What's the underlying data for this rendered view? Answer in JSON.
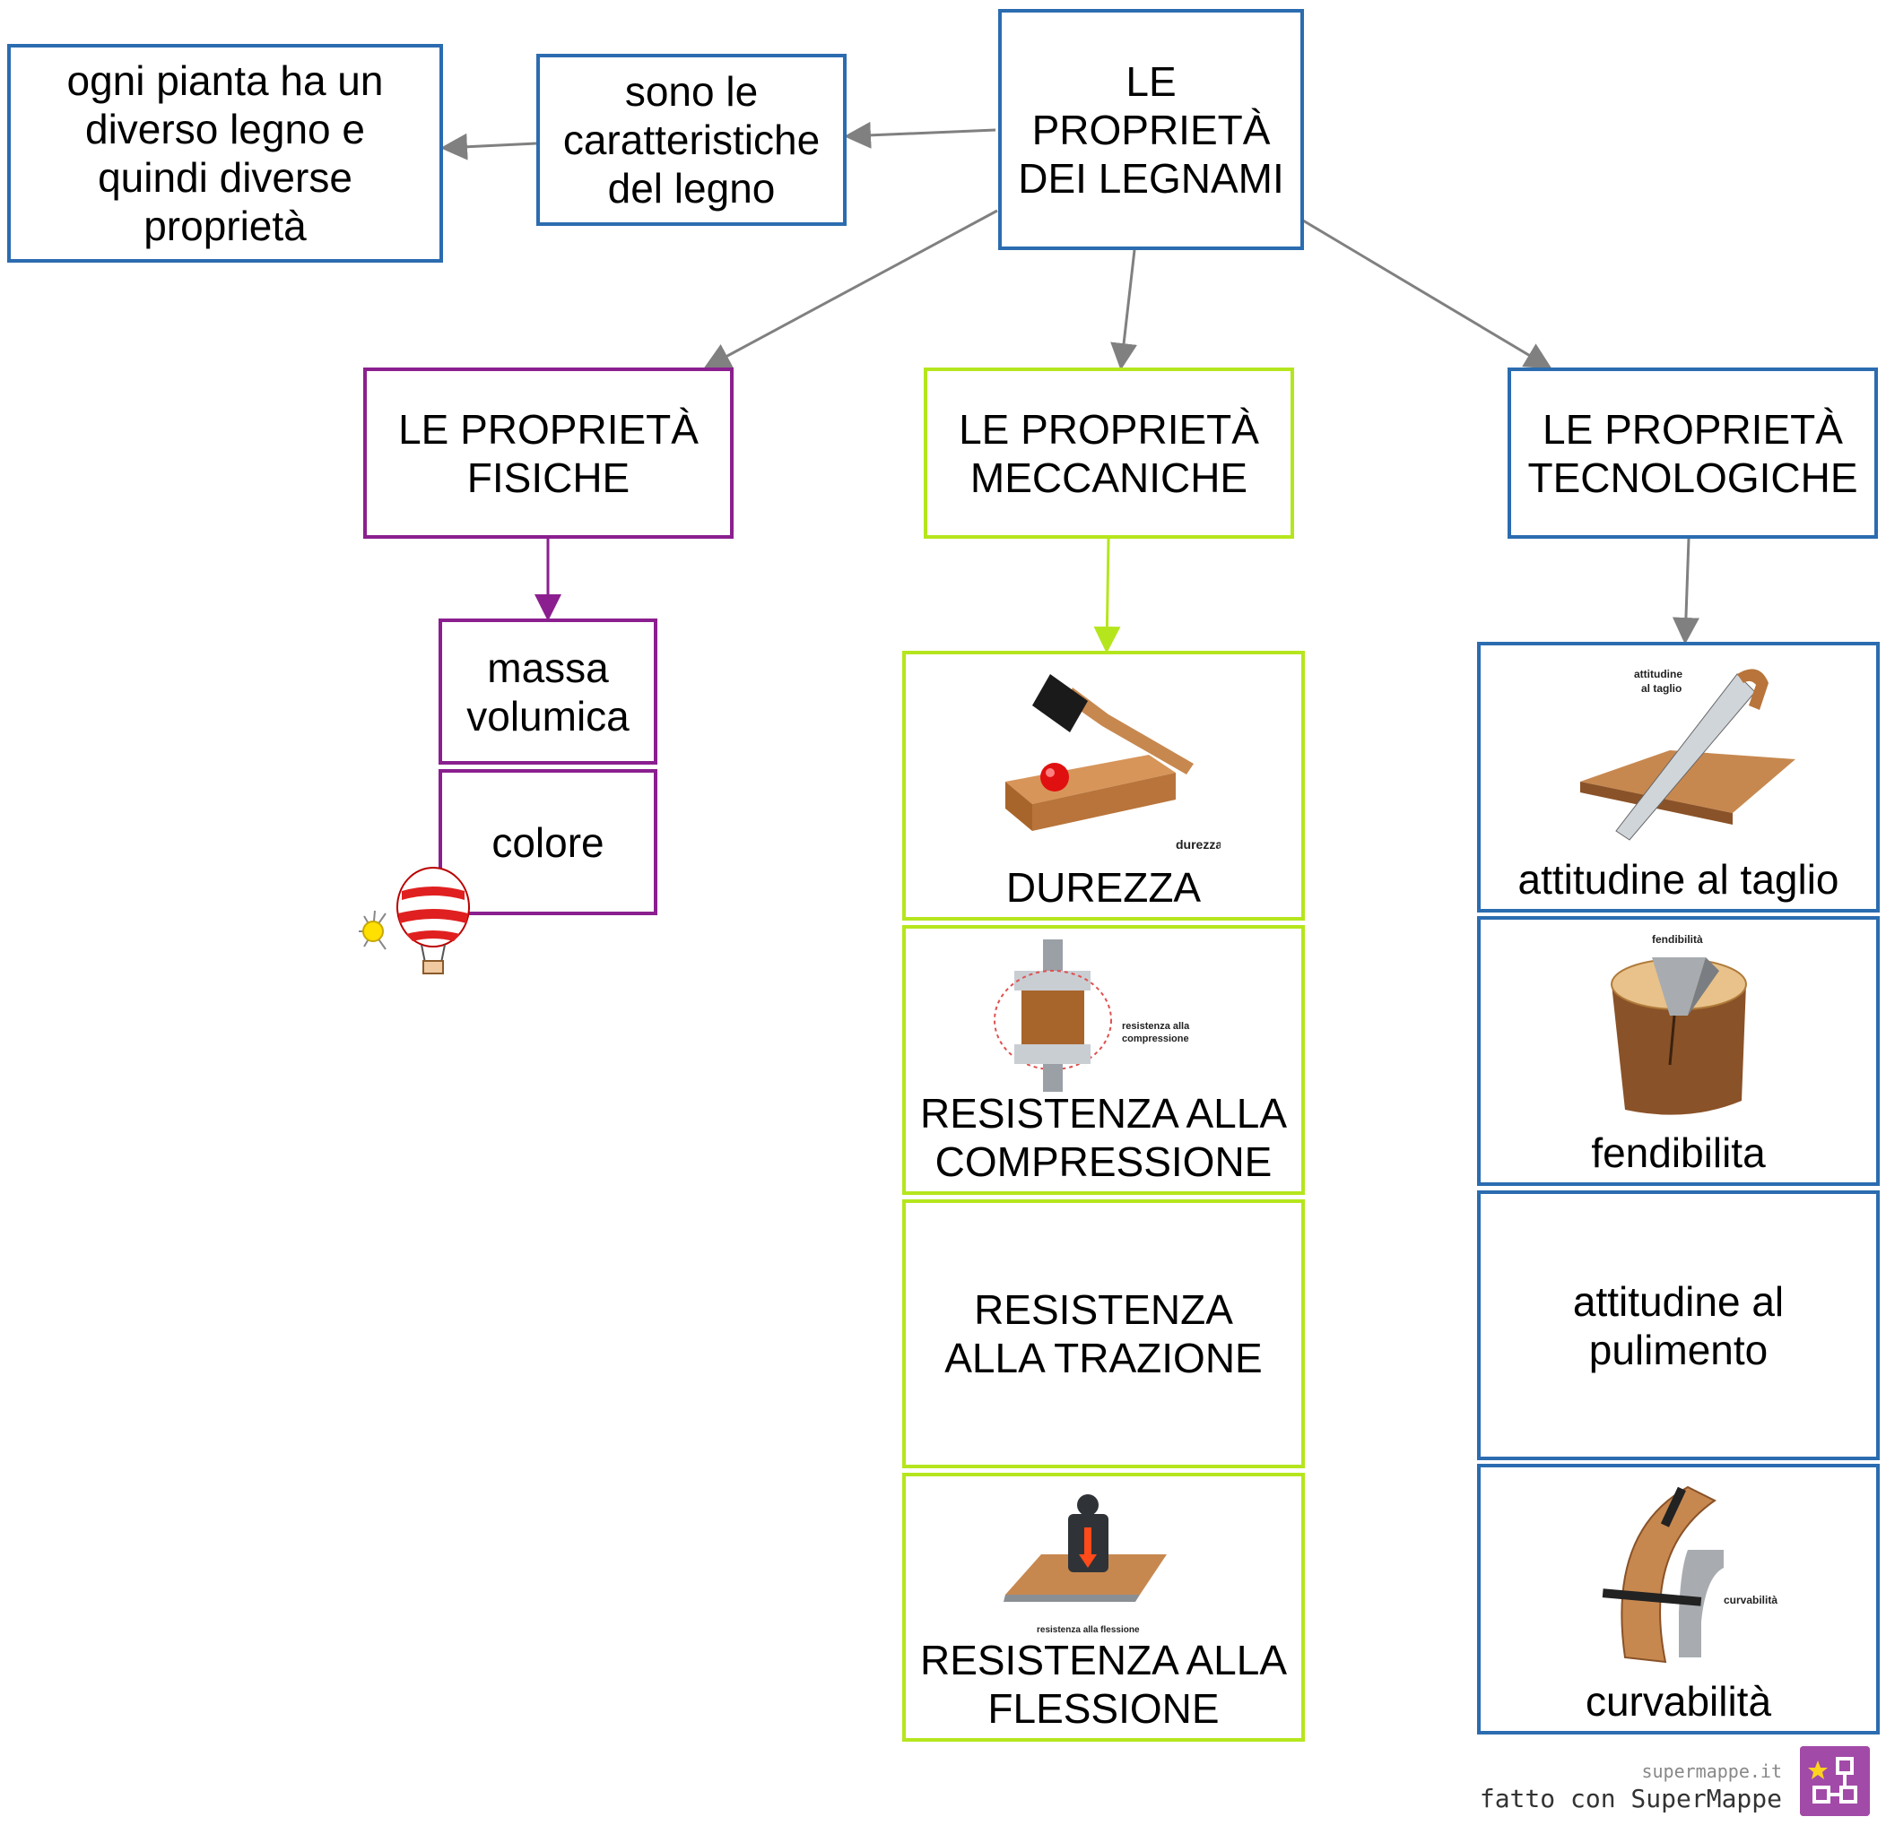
{
  "nodes": {
    "root": "LE\nPROPRIETÀ\nDEI LEGNAMI",
    "caratteristiche": "sono le\ncaratteristiche\ndel legno",
    "ogni_pianta": "ogni pianta ha un\ndiverso legno e\nquindi diverse\nproprietà",
    "fisiche": "LE PROPRIETÀ\nFISICHE",
    "meccaniche": "LE PROPRIETÀ\nMECCANICHE",
    "tecnologiche": "LE PROPRIETÀ\nTECNOLOGICHE",
    "massa_volumica": "massa\nvolumica",
    "colore": "colore",
    "durezza": "DUREZZA",
    "compressione": "RESISTENZA ALLA\nCOMPRESSIONE",
    "trazione": "RESISTENZA\nALLA TRAZIONE",
    "flessione": "RESISTENZA ALLA\nFLESSIONE",
    "taglio": "attitudine al taglio",
    "fendibilita": "fendibilita",
    "pulimento": "attitudine al\npulimento",
    "curvabilita": "curvabilità"
  },
  "image_captions": {
    "durezza": "durezza",
    "compressione_line1": "resistenza alla",
    "compressione_line2": "compressione",
    "flessione": "resistenza alla flessione",
    "taglio_line1": "attitudine",
    "taglio_line2": "al taglio",
    "fendibilita": "fendibilità",
    "curvabilita": "curvabilità"
  },
  "footer": {
    "site": "supermappe.it",
    "made_with": "fatto con SuperMappe"
  },
  "colors": {
    "blue": "#2b6cb0",
    "purple": "#8b1f8f",
    "green": "#b5e61d",
    "arrow_gray": "#808080"
  }
}
